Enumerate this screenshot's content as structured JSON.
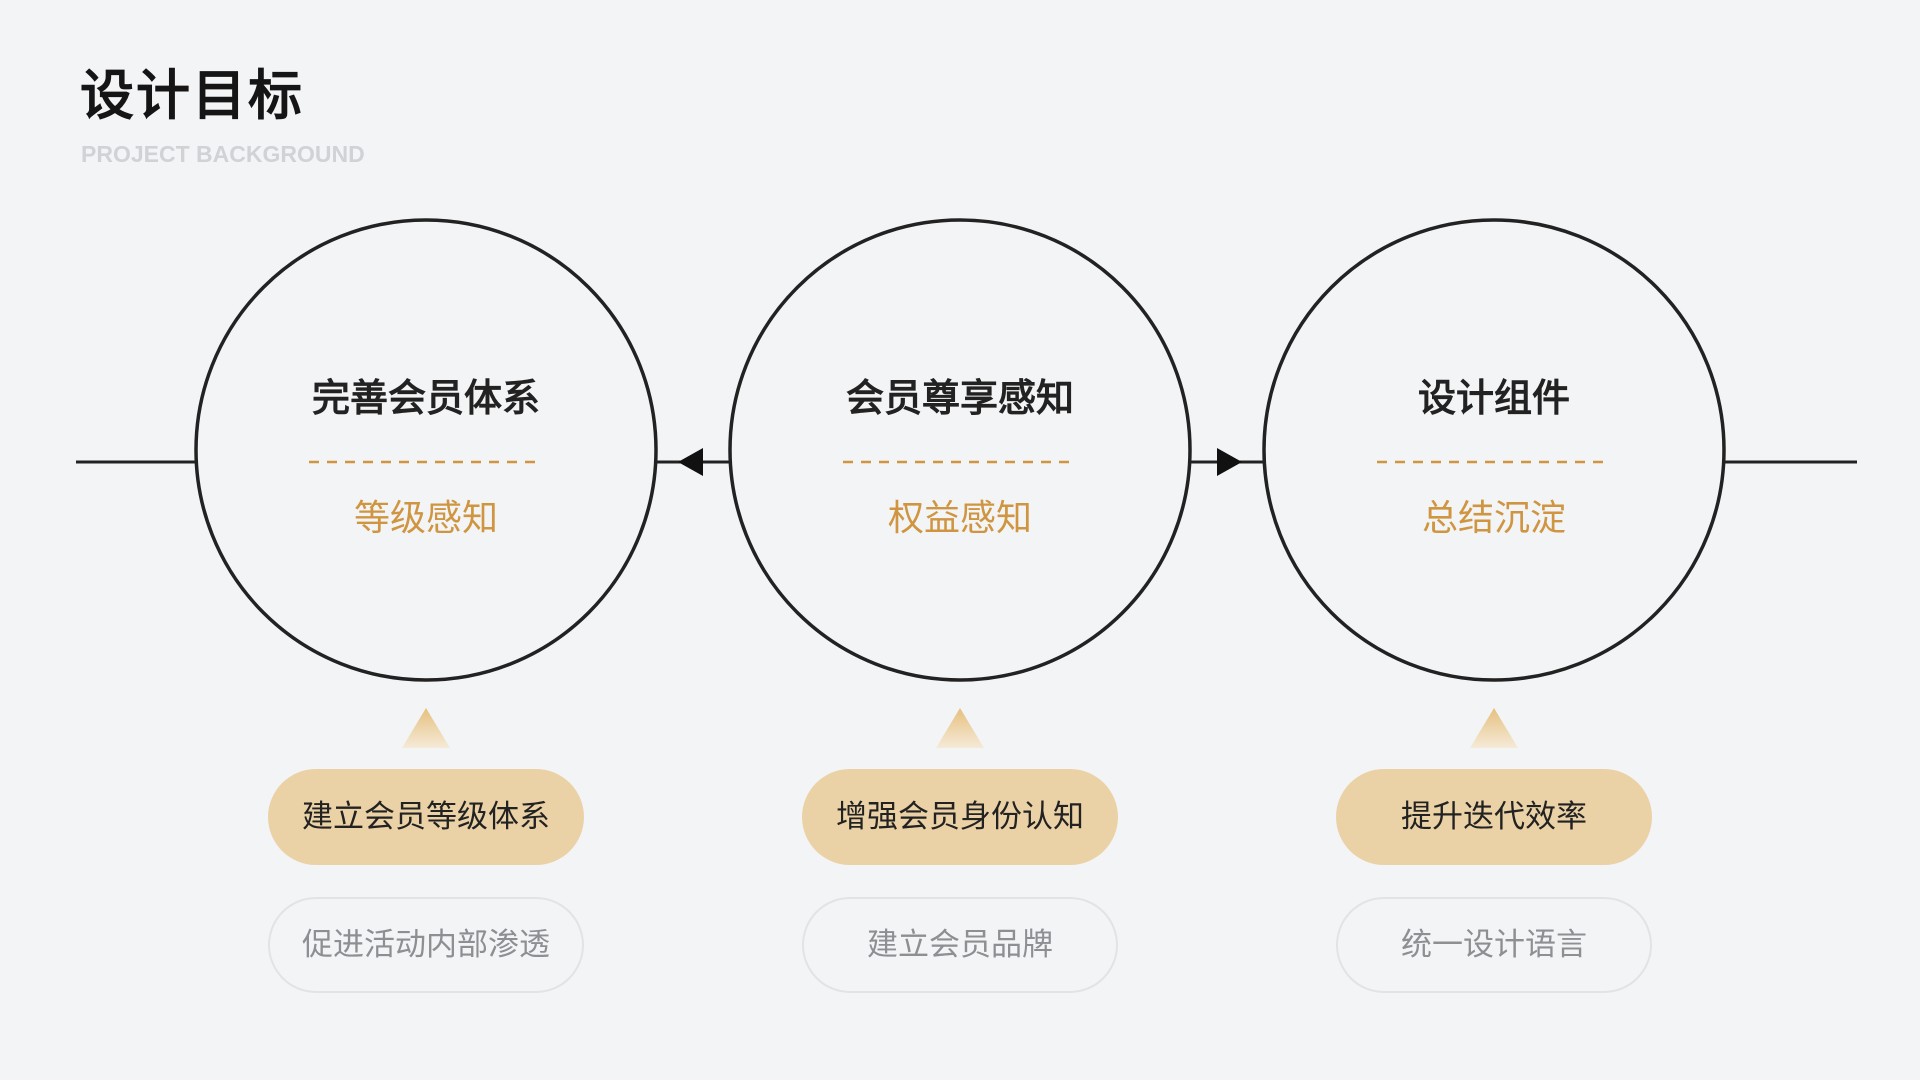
{
  "header": {
    "title": "设计目标",
    "subtitle": "PROJECT BACKGROUND"
  },
  "colors": {
    "accent": "#cf9540",
    "pill_fill": "#ebd2a6",
    "line": "#222222",
    "background": "#f3f4f6"
  },
  "stages": [
    {
      "title": "完善会员体系",
      "subtitle": "等级感知",
      "primary_goal": "建立会员等级体系",
      "secondary_goal": "促进活动内部渗透"
    },
    {
      "title": "会员尊享感知",
      "subtitle": "权益感知",
      "primary_goal": "增强会员身份认知",
      "secondary_goal": "建立会员品牌"
    },
    {
      "title": "设计组件",
      "subtitle": "总结沉淀",
      "primary_goal": "提升迭代效率",
      "secondary_goal": "统一设计语言"
    }
  ]
}
